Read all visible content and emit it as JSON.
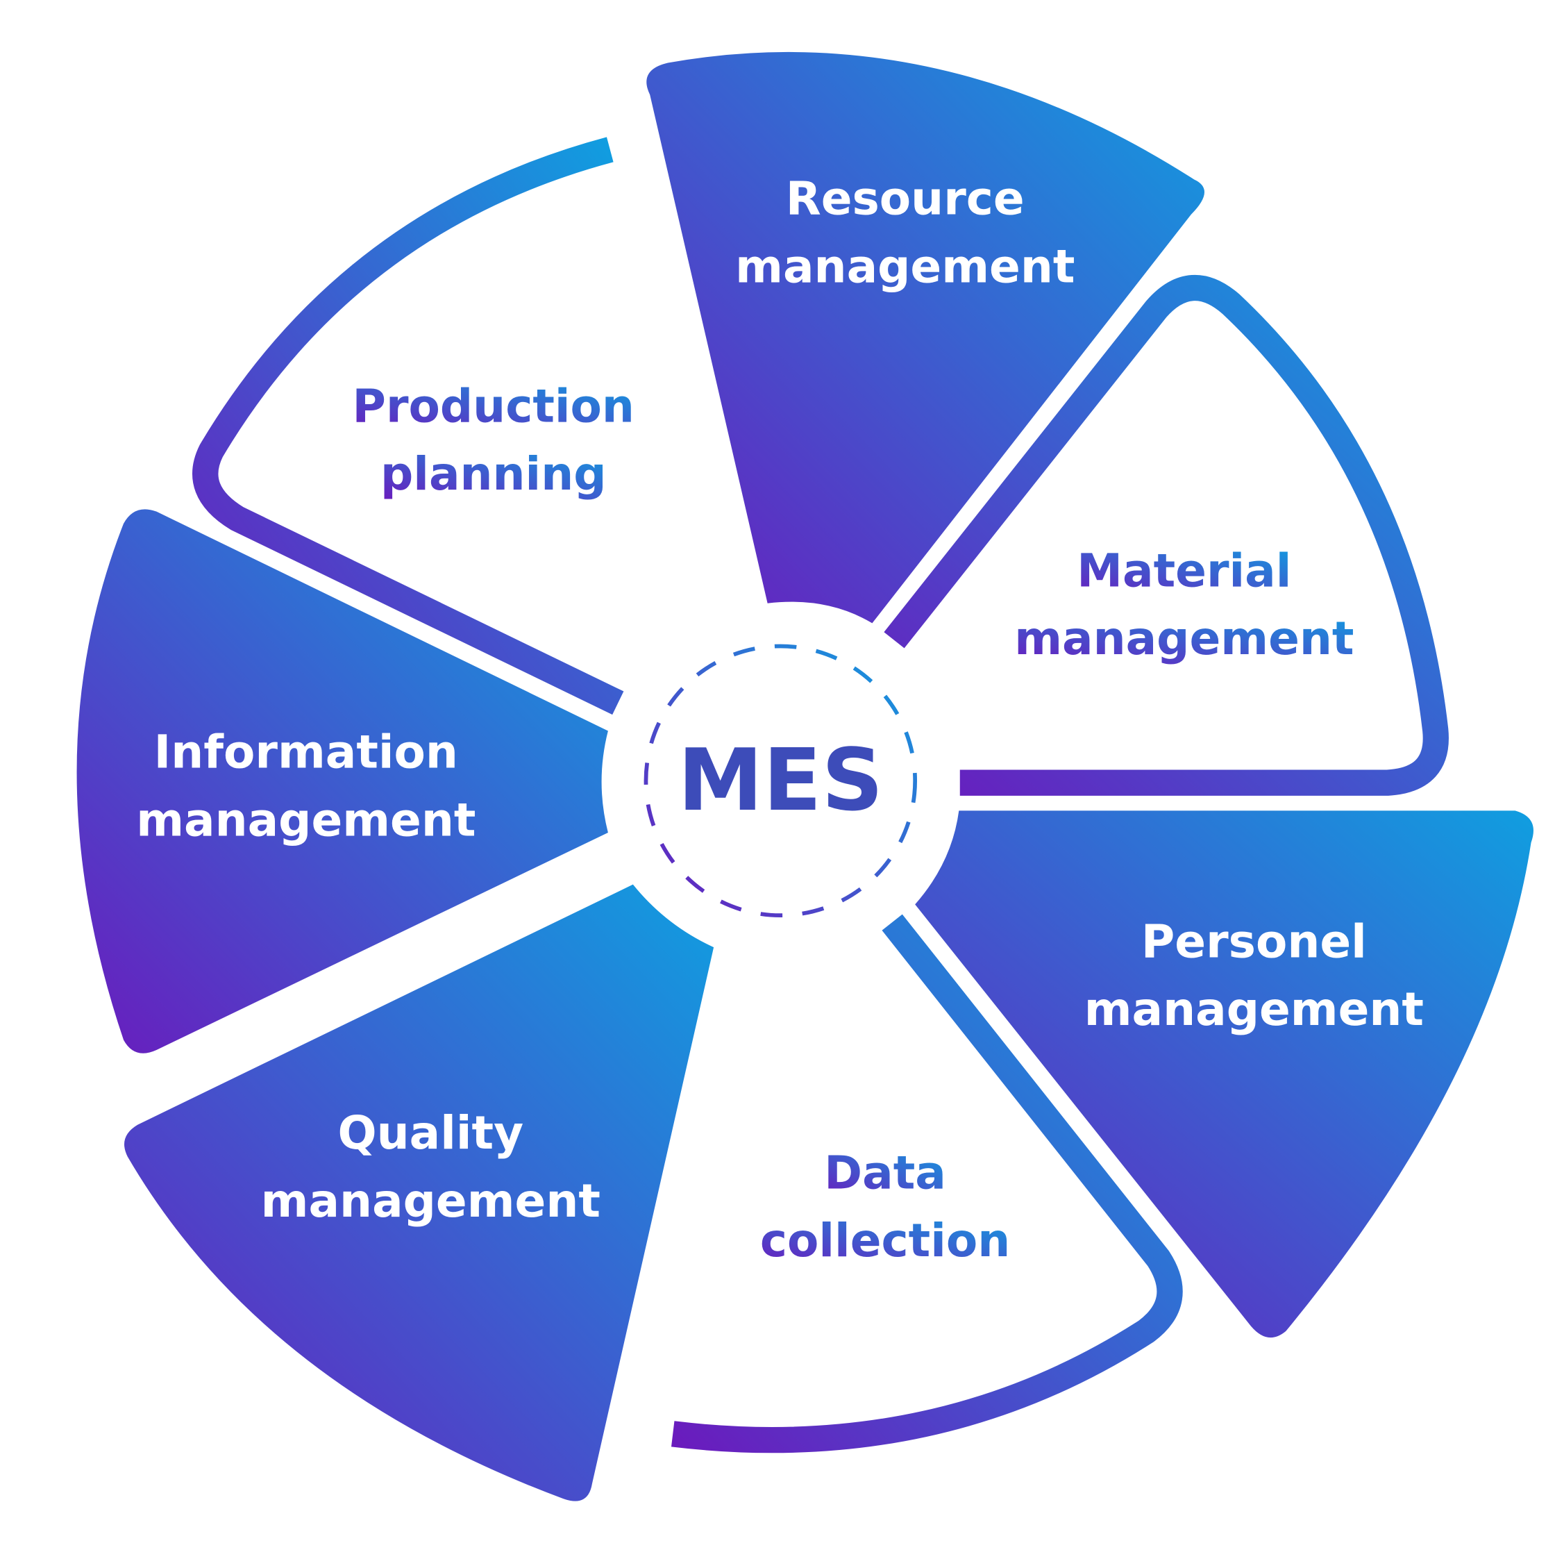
{
  "diagram": {
    "center_label": "MES",
    "segments": [
      {
        "lines": [
          "Resource",
          "management"
        ],
        "filled": true
      },
      {
        "lines": [
          "Material",
          "management"
        ],
        "filled": false
      },
      {
        "lines": [
          "Personel",
          "management"
        ],
        "filled": true
      },
      {
        "lines": [
          "Data",
          "collection"
        ],
        "filled": false
      },
      {
        "lines": [
          "Quality",
          "management"
        ],
        "filled": true
      },
      {
        "lines": [
          "Information",
          "management"
        ],
        "filled": true
      },
      {
        "lines": [
          "Production",
          "planning"
        ],
        "filled": false
      }
    ],
    "colors": {
      "gradient_start": "#6a1bbd",
      "gradient_end": "#109ee0",
      "filled_text": "#ffffff",
      "center_text": "#3d4cb9",
      "background": "#ffffff"
    }
  }
}
